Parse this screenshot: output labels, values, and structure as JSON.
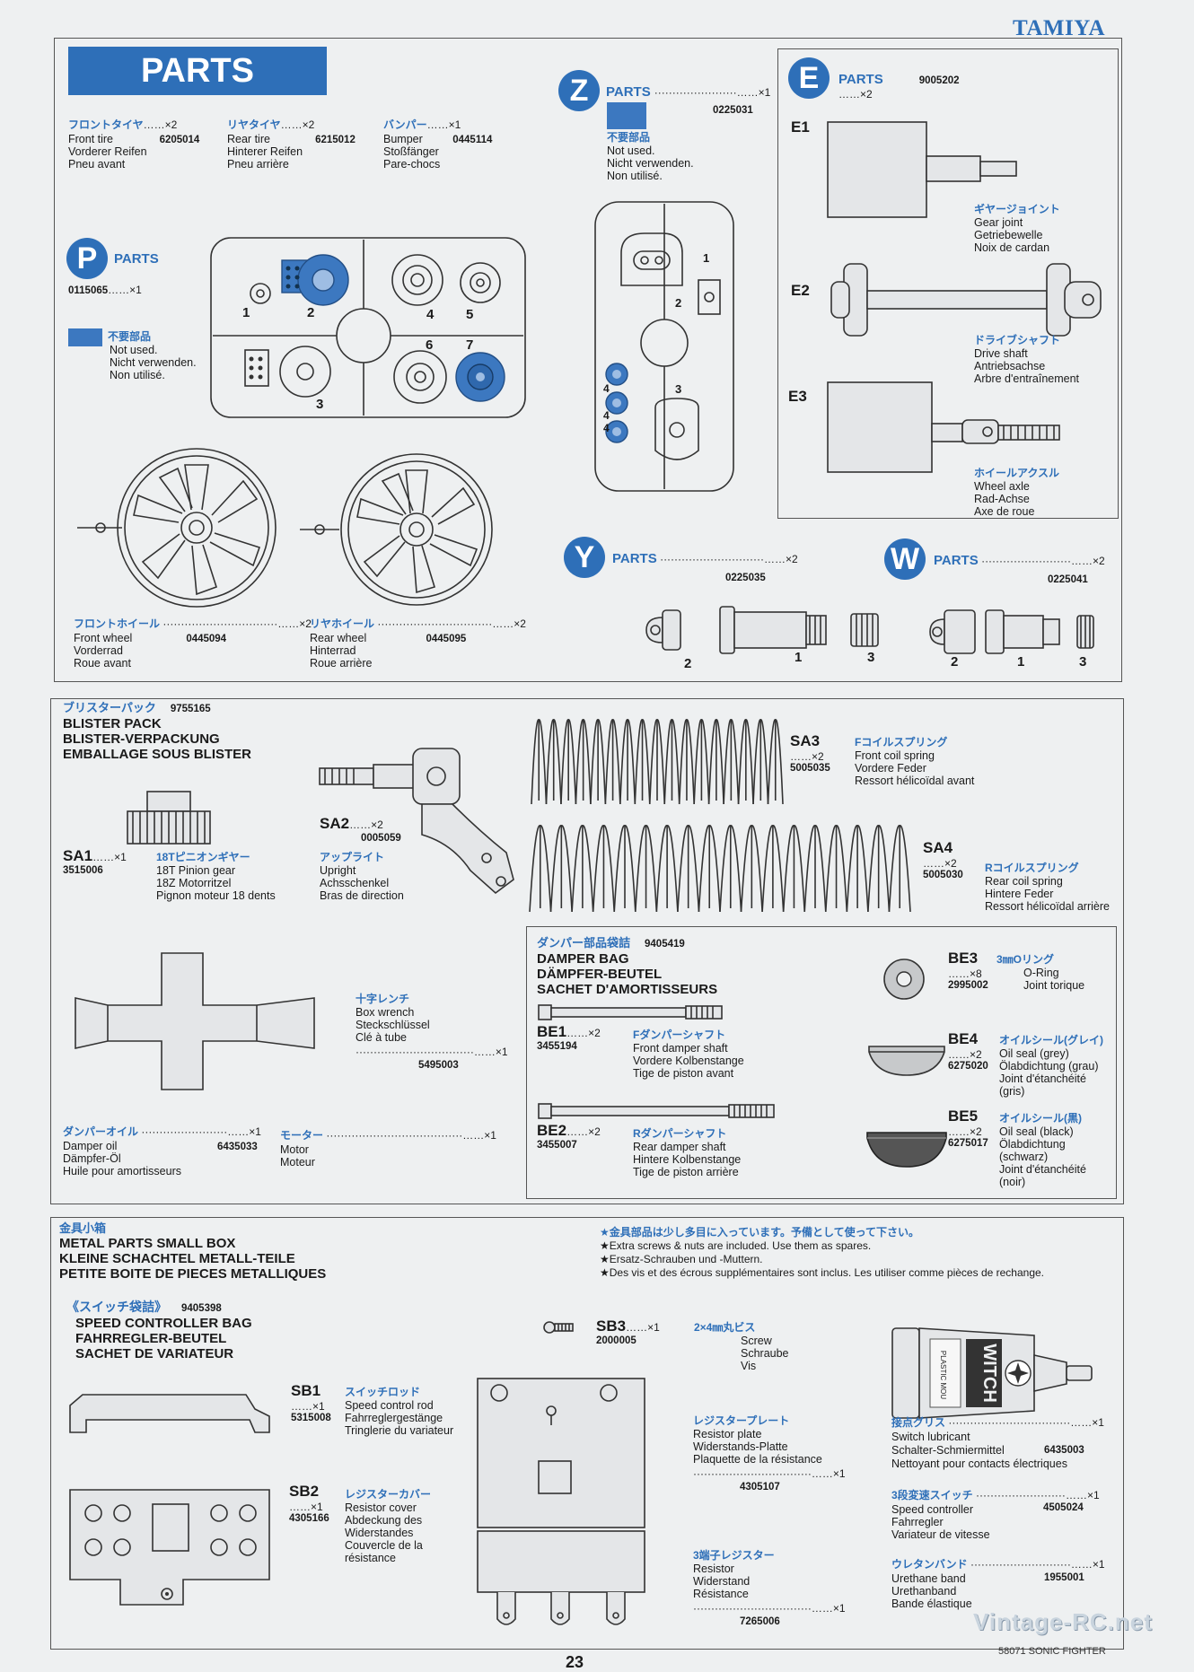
{
  "brand": "TAMIYA",
  "page_number": "23",
  "footer_code": "58071 SONIC FIGHTER",
  "watermark": "Vintage-RC.net",
  "parts_section": {
    "banner": "PARTS",
    "parts_label": "PARTS",
    "front_tire": {
      "jp": "フロントタイヤ",
      "qty": "……×2",
      "num": "6205014",
      "text": "Front tire\nVorderer Reifen\nPneu avant"
    },
    "rear_tire": {
      "jp": "リヤタイヤ",
      "qty": "……×2",
      "num": "6215012",
      "text": "Rear tire\nHinterer Reifen\nPneu arrière"
    },
    "bumper": {
      "jp": "バンパー",
      "qty": "……×1",
      "num": "0445114",
      "text": "Bumper\nStoßfänger\nPare-chocs"
    },
    "p_tree": {
      "letter": "P",
      "num": "0115065",
      "qty": "……×1",
      "unused_jp": "不要部品",
      "unused": "Not used.\nNicht verwenden.\nNon utilisé.",
      "numbers": [
        "1",
        "2",
        "3",
        "4",
        "5",
        "6",
        "7"
      ]
    },
    "z_tree": {
      "letter": "Z",
      "qty": "……×1",
      "num": "0225031",
      "unused_jp": "不要部品",
      "unused": "Not used.\nNicht verwenden.\nNon utilisé.",
      "numbers": [
        "1",
        "2",
        "3",
        "4",
        "4",
        "4"
      ]
    },
    "e_tree": {
      "letter": "E",
      "qty": "……×2",
      "num": "9005202",
      "e1": {
        "code": "E1",
        "jp": "ギヤージョイント",
        "text": "Gear joint\nGetriebewelle\nNoix de cardan"
      },
      "e2": {
        "code": "E2",
        "jp": "ドライブシャフト",
        "text": "Drive shaft\nAntriebsachse\nArbre d'entraînement"
      },
      "e3": {
        "code": "E3",
        "jp": "ホイールアクスル",
        "text": "Wheel axle\nRad-Achse\nAxe de roue"
      }
    },
    "front_wheel": {
      "jp": "フロントホイール",
      "qty": "……×2",
      "num": "0445094",
      "text": "Front wheel\nVorderrad\nRoue avant"
    },
    "rear_wheel": {
      "jp": "リヤホイール",
      "qty": "……×2",
      "num": "0445095",
      "text": "Rear wheel\nHinterrad\nRoue arrière"
    },
    "y_tree": {
      "letter": "Y",
      "qty": "……×2",
      "num": "0225035",
      "numbers": [
        "2",
        "1",
        "3"
      ]
    },
    "w_tree": {
      "letter": "W",
      "qty": "……×2",
      "num": "0225041",
      "numbers": [
        "2",
        "1",
        "3"
      ]
    }
  },
  "blister_section": {
    "jp": "ブリスターパック",
    "num": "9755165",
    "title": "BLISTER PACK\nBLISTER-VERPACKUNG\nEMBALLAGE SOUS BLISTER",
    "sa1": {
      "code": "SA1",
      "qty": "……×1",
      "num": "3515006",
      "jp": "18Tピニオンギヤー",
      "text": "18T Pinion gear\n18Z Motorritzel\nPignon moteur 18 dents"
    },
    "sa2": {
      "code": "SA2",
      "qty": "……×2",
      "num": "0005059",
      "jp": "アップライト",
      "text": "Upright\nAchsschenkel\nBras de direction"
    },
    "sa3": {
      "code": "SA3",
      "qty": "……×2",
      "num": "5005035",
      "jp": "Fコイルスプリング",
      "text": "Front coil spring\nVordere Feder\nRessort hélicoïdal avant"
    },
    "sa4": {
      "code": "SA4",
      "qty": "……×2",
      "num": "5005030",
      "jp": "Rコイルスプリング",
      "text": "Rear coil spring\nHintere Feder\nRessort hélicoïdal arrière"
    },
    "wrench": {
      "jp": "十字レンチ",
      "text": "Box wrench\nSteckschlüssel\nClé à tube",
      "qty": "……×1",
      "num": "5495003"
    },
    "oil": {
      "jp": "ダンパーオイル",
      "qty": "……×1",
      "num": "6435033",
      "text": "Damper oil\nDämpfer-Öl\nHuile pour amortisseurs"
    },
    "motor": {
      "jp": "モーター",
      "qty": "……×1",
      "text": "Motor\nMoteur"
    },
    "damper_bag": {
      "jp": "ダンパー部品袋詰",
      "num": "9405419",
      "title": "DAMPER BAG\nDÄMPFER-BEUTEL\nSACHET D'AMORTISSEURS",
      "be1": {
        "code": "BE1",
        "qty": "……×2",
        "num": "3455194",
        "jp": "Fダンパーシャフト",
        "text": "Front damper shaft\nVordere Kolbenstange\nTige de piston avant"
      },
      "be2": {
        "code": "BE2",
        "qty": "……×2",
        "num": "3455007",
        "jp": "Rダンパーシャフト",
        "text": "Rear damper shaft\nHintere Kolbenstange\nTige de piston arrière"
      },
      "be3": {
        "code": "BE3",
        "qty": "……×8",
        "num": "2995002",
        "jp": "3㎜Oリング",
        "text": "O-Ring\nJoint torique"
      },
      "be4": {
        "code": "BE4",
        "qty": "……×2",
        "num": "6275020",
        "jp": "オイルシール(グレイ)",
        "text": "Oil seal (grey)\nÖlabdichtung (grau)\nJoint d'étanchéité\n(gris)"
      },
      "be5": {
        "code": "BE5",
        "qty": "……×2",
        "num": "6275017",
        "jp": "オイルシール(黒)",
        "text": "Oil seal (black)\nÖlabdichtung\n(schwarz)\nJoint d'étanchéité\n(noir)"
      }
    }
  },
  "metal_section": {
    "jp": "金具小箱",
    "title": "METAL PARTS SMALL BOX\nKLEINE SCHACHTEL METALL-TEILE\nPETITE BOITE DE PIECES METALLIQUES",
    "note_jp": "★金具部品は少し多目に入っています。予備として使って下さい。",
    "notes": [
      "★Extra screws & nuts are included. Use them as spares.",
      "★Ersatz-Schrauben und -Muttern.",
      "★Des vis et des écrous supplémentaires sont inclus. Les utiliser comme pièces de rechange."
    ],
    "switch_bag": {
      "jp": "《スイッチ袋詰》",
      "num": "9405398",
      "title": "SPEED CONTROLLER BAG\nFAHRREGLER-BEUTEL\nSACHET DE VARIATEUR"
    },
    "sb1": {
      "code": "SB1",
      "qty": "……×1",
      "num": "5315008",
      "jp": "スイッチロッド",
      "text": "Speed control rod\nFahrreglergestänge\nTringlerie du variateur"
    },
    "sb2": {
      "code": "SB2",
      "qty": "……×1",
      "num": "4305166",
      "jp": "レジスターカバー",
      "text": "Resistor cover\nAbdeckung des\nWiderstandes\nCouvercle de la\nrésistance"
    },
    "sb3": {
      "code": "SB3",
      "qty": "……×1",
      "num": "2000005",
      "jp": "2×4㎜丸ビス",
      "text": "Screw\nSchraube\nVis"
    },
    "resistor_plate": {
      "jp": "レジスタープレート",
      "text": "Resistor plate\nWiderstands-Platte\nPlaquette de la résistance",
      "qty": "……×1",
      "num": "4305107"
    },
    "resistor": {
      "jp": "3端子レジスター",
      "text": "Resistor\nWiderstand\nRésistance",
      "qty": "……×1",
      "num": "7265006"
    },
    "grease": {
      "jp": "接点グリス",
      "qty": "……×1",
      "num": "6435003",
      "text": "Switch lubricant\nSchalter-Schmiermittel\nNettoyant pour contacts électriques",
      "tube_text": "WITCH",
      "tube_small": "PLASTIC MOU"
    },
    "controller": {
      "jp": "3段変速スイッチ",
      "qty": "……×1",
      "num": "4505024",
      "text": "Speed controller\nFahrregler\nVariateur de vitesse"
    },
    "band": {
      "jp": "ウレタンバンド",
      "qty": "……×1",
      "num": "1955001",
      "text": "Urethane band\nUrethanband\nBande élastique"
    }
  },
  "colors": {
    "accent": "#2e6fb8",
    "paper": "#eef0f1",
    "line": "#333333"
  }
}
